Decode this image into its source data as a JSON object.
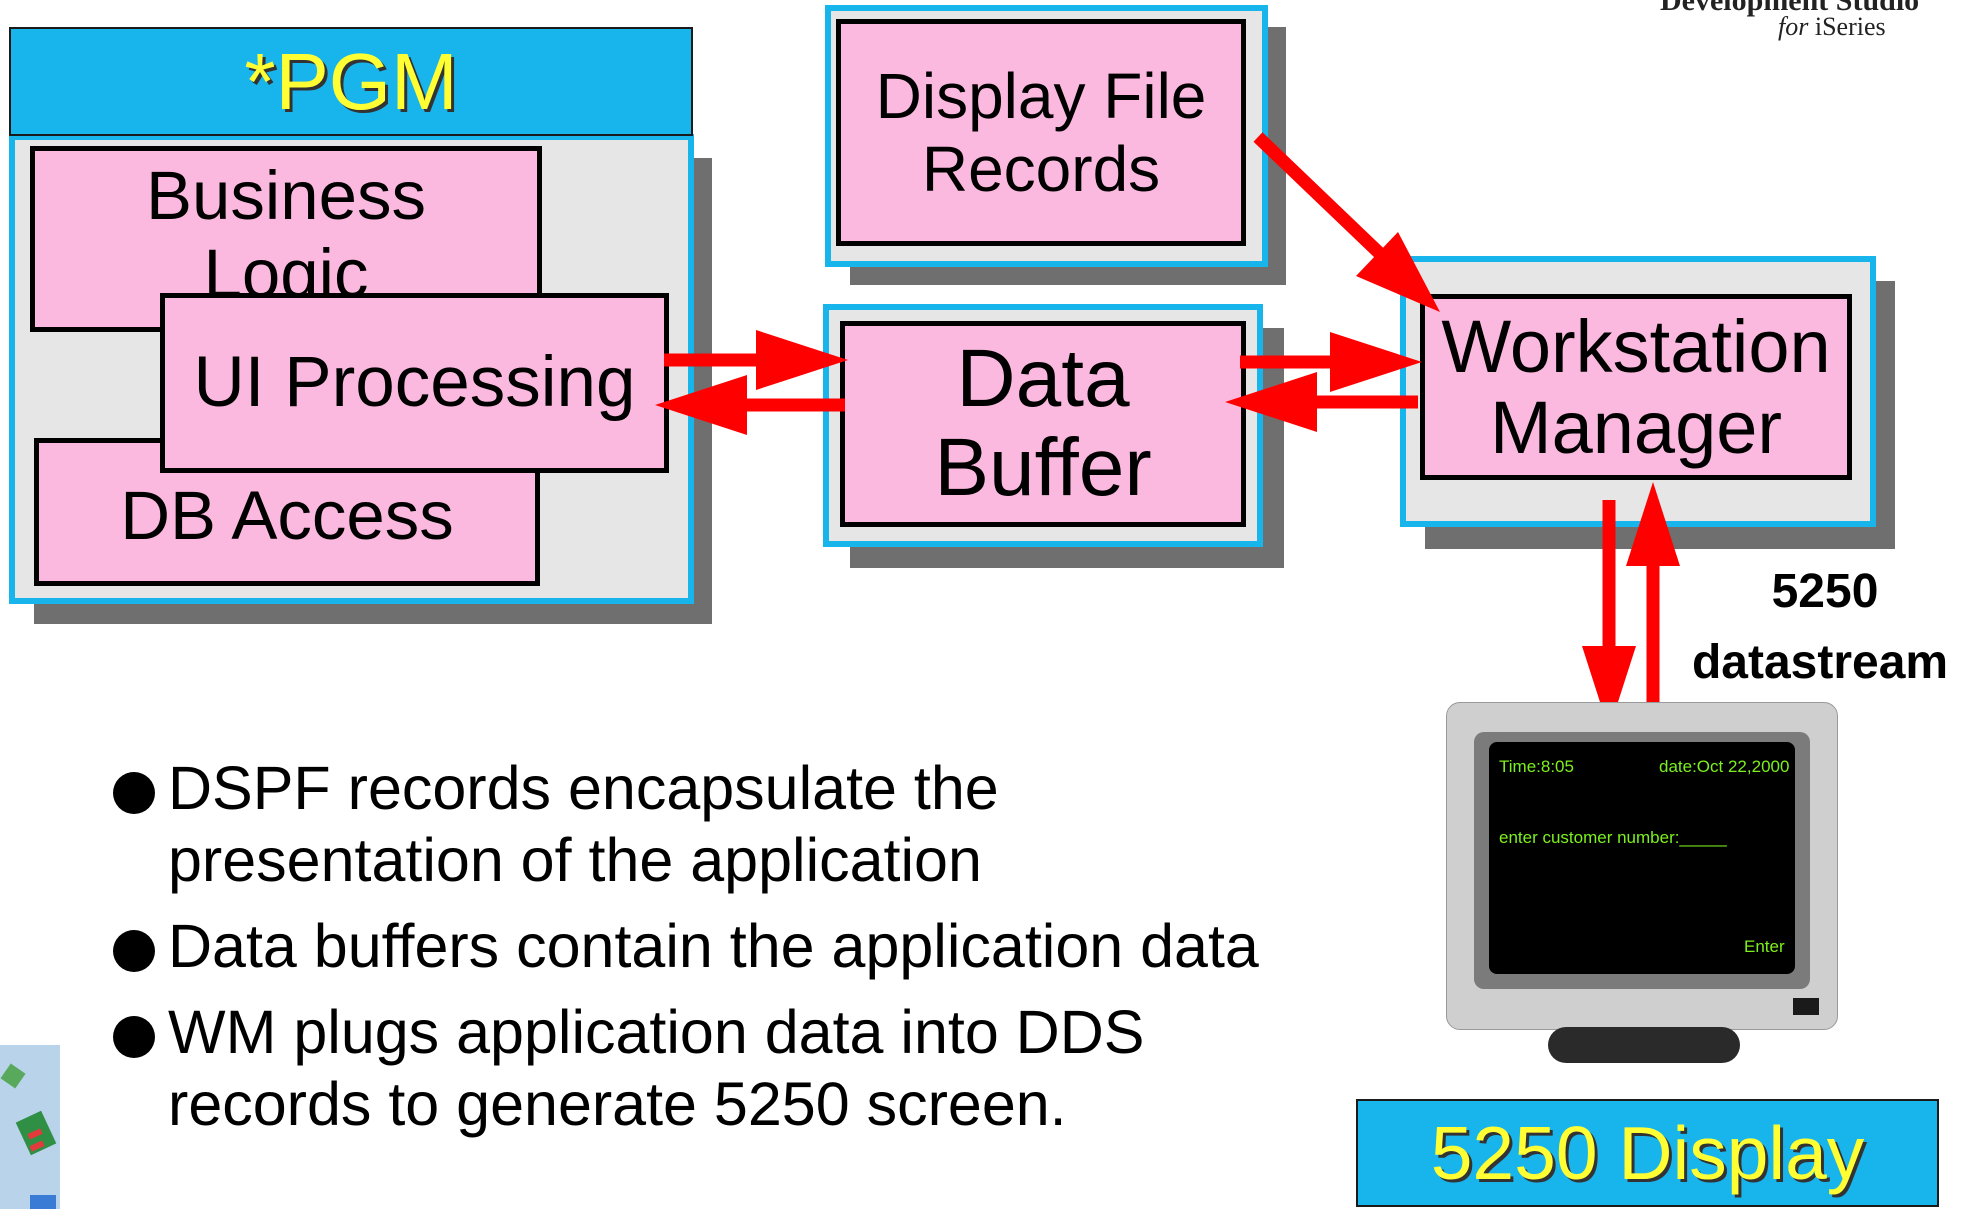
{
  "header": {
    "brand_line1": "Development Studio",
    "brand_line2_for": "for",
    "brand_line2_name": "iSeries"
  },
  "pgm": {
    "title": "*PGM",
    "business_logic": "Business Logic",
    "ui_processing": "UI Processing",
    "db_access": "DB Access"
  },
  "display_file": {
    "label": "Display File Records"
  },
  "data_buffer": {
    "label": "Data Buffer"
  },
  "workstation": {
    "label": "Workstation Manager"
  },
  "datastream": {
    "line1": "5250",
    "line2": "datastream"
  },
  "terminal": {
    "time": "Time:8:05",
    "date": "date:Oct 22,2000",
    "prompt": "enter customer number:_____",
    "enter": "Enter"
  },
  "display_label": "5250 Display",
  "bullets": [
    "DSPF records encapsulate the presentation of the application",
    "Data buffers contain the application data",
    "WM plugs application data into DDS records to generate 5250 screen."
  ],
  "colors": {
    "accent_blue": "#18b4ec",
    "box_pink": "#fbb9df",
    "arrow_red": "#ff0000",
    "title_yellow": "#ffff33",
    "terminal_green": "#7cf01c"
  }
}
